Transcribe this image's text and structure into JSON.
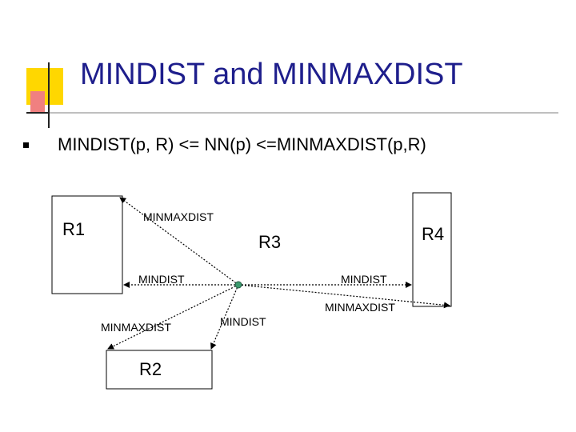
{
  "slide": {
    "title": "MINDIST and MINMAXDIST",
    "bullet": "MINDIST(p, R) <= NN(p) <=MINMAXDIST(p,R)"
  },
  "colors": {
    "title": "#1e1e8c",
    "deco_yellow": "#ffd700",
    "deco_pink": "#f08080",
    "deco_line": "#bfbfbf",
    "point_fill": "#3c9a6e"
  },
  "diagram": {
    "regions": {
      "r1": "R1",
      "r2": "R2",
      "r3": "R3",
      "r4": "R4"
    },
    "labels": {
      "minmaxdist_r1": "MINMAXDIST",
      "mindist_r1": "MINDIST",
      "mindist_r4": "MINDIST",
      "minmaxdist_r4": "MINMAXDIST",
      "minmaxdist_r2": "MINMAXDIST",
      "mindist_r2": "MINDIST"
    }
  }
}
